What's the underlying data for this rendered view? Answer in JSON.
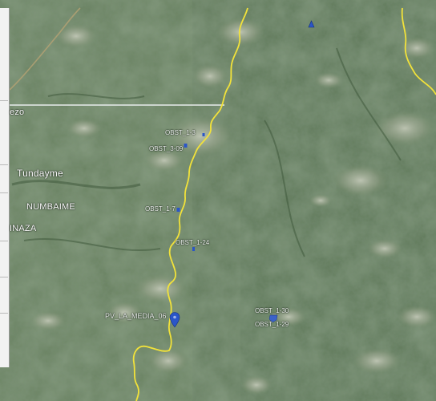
{
  "map": {
    "imagery": "satellite",
    "colors": {
      "vegetation": "#5f7a58",
      "border_line": "#f2e23a",
      "marker": "#2a55c8",
      "grid_line": "#e8ecec",
      "background": "#ffffff"
    },
    "place_labels": [
      "ezo",
      "Tundayme",
      "NUMBAIME",
      "INAZA"
    ],
    "marker_labels": [
      "OBST_1-3",
      "OBST_3-09",
      "OBST_1-7",
      "OBST_1-24",
      "PV_LA_MEDIA_06",
      "OBST_1-30",
      "OBST_1-29"
    ],
    "icons": [
      "placemark-icon",
      "map-pin-icon",
      "cluster-marker-icon",
      "triangle-marker-icon"
    ]
  }
}
